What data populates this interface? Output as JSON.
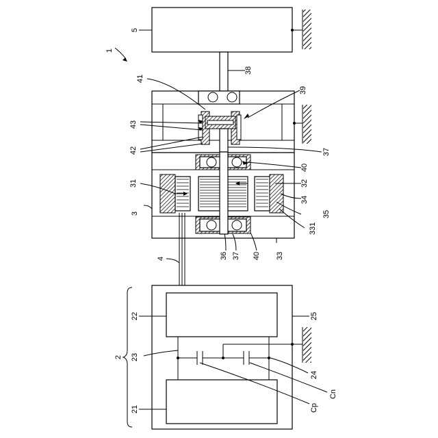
{
  "labels": {
    "l1": "1",
    "l2": "2",
    "l3": "3",
    "l4": "4",
    "l5": "5",
    "l21": "21",
    "l22": "22",
    "l23": "23",
    "l24": "24",
    "l25": "25",
    "l31": "31",
    "l32": "32",
    "l33": "33",
    "l331": "331",
    "l34": "34",
    "l35": "35",
    "l36": "36",
    "l37a": "37",
    "l37b": "37",
    "l38": "38",
    "l39": "39",
    "l40a": "40",
    "l40b": "40",
    "l41": "41",
    "l42": "42",
    "l43": "43",
    "lcp": "Cp",
    "lcn": "Cn"
  },
  "colors": {
    "stroke": "#000000",
    "background": "#ffffff",
    "hatch": "#000000"
  }
}
